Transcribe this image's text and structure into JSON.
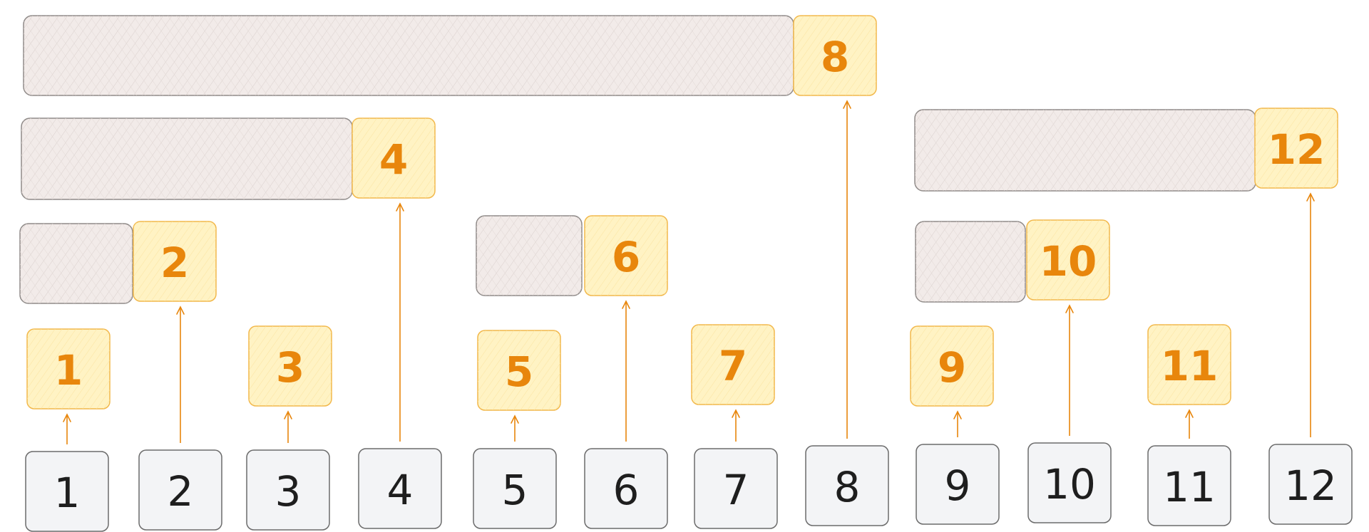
{
  "colors": {
    "orange_text": "#e8860c",
    "orange_stroke": "#f2b84b",
    "orange_fill": "#fff3c4",
    "dark_text": "#1e1e1e",
    "gray_stroke": "#6b6b6b",
    "gray_fill": "#f3f4f6",
    "bar_fill": "#f2ebe9",
    "bar_stroke": "#8f8a88",
    "arrow": "#e8860c"
  },
  "bottom_row": [
    "1",
    "2",
    "3",
    "4",
    "5",
    "6",
    "7",
    "8",
    "9",
    "10",
    "11",
    "12"
  ],
  "orange_boxes": [
    "1",
    "2",
    "3",
    "4",
    "5",
    "6",
    "7",
    "8",
    "9",
    "10",
    "11",
    "12"
  ]
}
